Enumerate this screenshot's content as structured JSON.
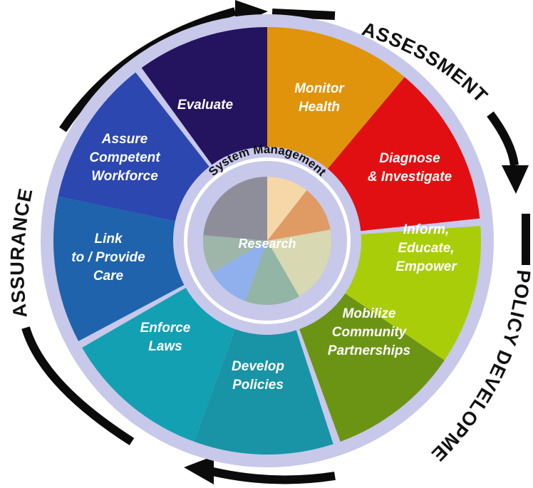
{
  "center": {
    "system_label": "System Management",
    "research_label": "Research",
    "inner_colors": [
      "#f6d7a8",
      "#df9b63",
      "#d8d8b2",
      "#92b5a5",
      "#8fb0ec",
      "#9db6a9",
      "#8e8e9a"
    ]
  },
  "phases": [
    {
      "label": "ASSESSMENT"
    },
    {
      "label": "POLICY DEVELOPMENT"
    },
    {
      "label": "ASSURANCE"
    }
  ],
  "services": [
    {
      "lines": [
        "Monitor",
        "Health"
      ],
      "color": "#e0940b"
    },
    {
      "lines": [
        "Diagnose",
        "& Investigate"
      ],
      "color": "#e20f12"
    },
    {
      "lines": [
        "Inform,",
        "Educate,",
        "Empower"
      ],
      "color": "#a9ce09"
    },
    {
      "lines": [
        "Mobilize",
        "Community",
        "Partnerships"
      ],
      "color": "#6c9414"
    },
    {
      "lines": [
        "Develop",
        "Policies"
      ],
      "color": "#1894a6"
    },
    {
      "lines": [
        "Enforce",
        "Laws"
      ],
      "color": "#13a0b3"
    },
    {
      "lines": [
        "Link",
        "to / Provide",
        "Care"
      ],
      "color": "#1f63ad"
    },
    {
      "lines": [
        "Assure",
        "Competent",
        "Workforce"
      ],
      "color": "#2c47af"
    },
    {
      "lines": [
        "Evaluate"
      ],
      "color": "#24145f"
    }
  ],
  "colors": {
    "gap": "#c7c8ea",
    "arrow": "#0b0b0b"
  }
}
